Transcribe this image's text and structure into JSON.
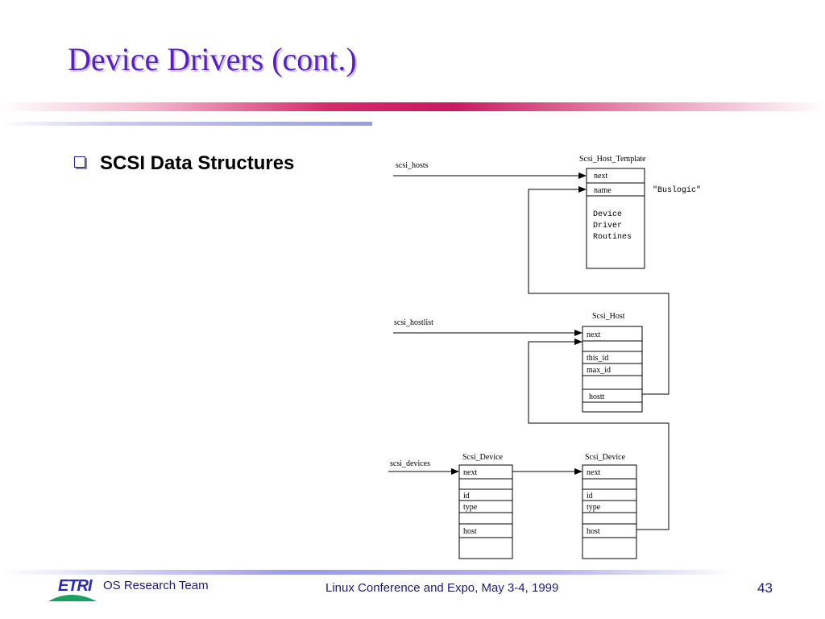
{
  "slide": {
    "title": "Device Drivers (cont.)",
    "bullet": "SCSI Data Structures"
  },
  "diagram": {
    "template": {
      "header": "Scsi_Host_Template",
      "pointer": "scsi_hosts",
      "fields": [
        "next",
        "name"
      ],
      "name_value": "\"Buslogic\"",
      "routines": [
        "Device",
        "Driver",
        "Routines"
      ]
    },
    "host": {
      "header": "Scsi_Host",
      "pointer": "scsi_hostlist",
      "fields": [
        "next",
        "this_id",
        "max_id",
        "hostt"
      ]
    },
    "devices": {
      "pointer": "scsi_devices",
      "items": [
        {
          "header": "Scsi_Device",
          "fields": [
            "next",
            "id",
            "type",
            "host"
          ]
        },
        {
          "header": "Scsi_Device",
          "fields": [
            "next",
            "id",
            "type",
            "host"
          ]
        }
      ]
    }
  },
  "footer": {
    "logo": "ETRI",
    "team": "OS Research Team",
    "conference": "Linux Conference and Expo, May 3-4, 1999",
    "page": "43"
  },
  "colors": {
    "title": "#5a1ec8",
    "footer_text": "#1a1a80",
    "logo_green": "#1aa060",
    "logo_blue": "#2a2ab8"
  }
}
